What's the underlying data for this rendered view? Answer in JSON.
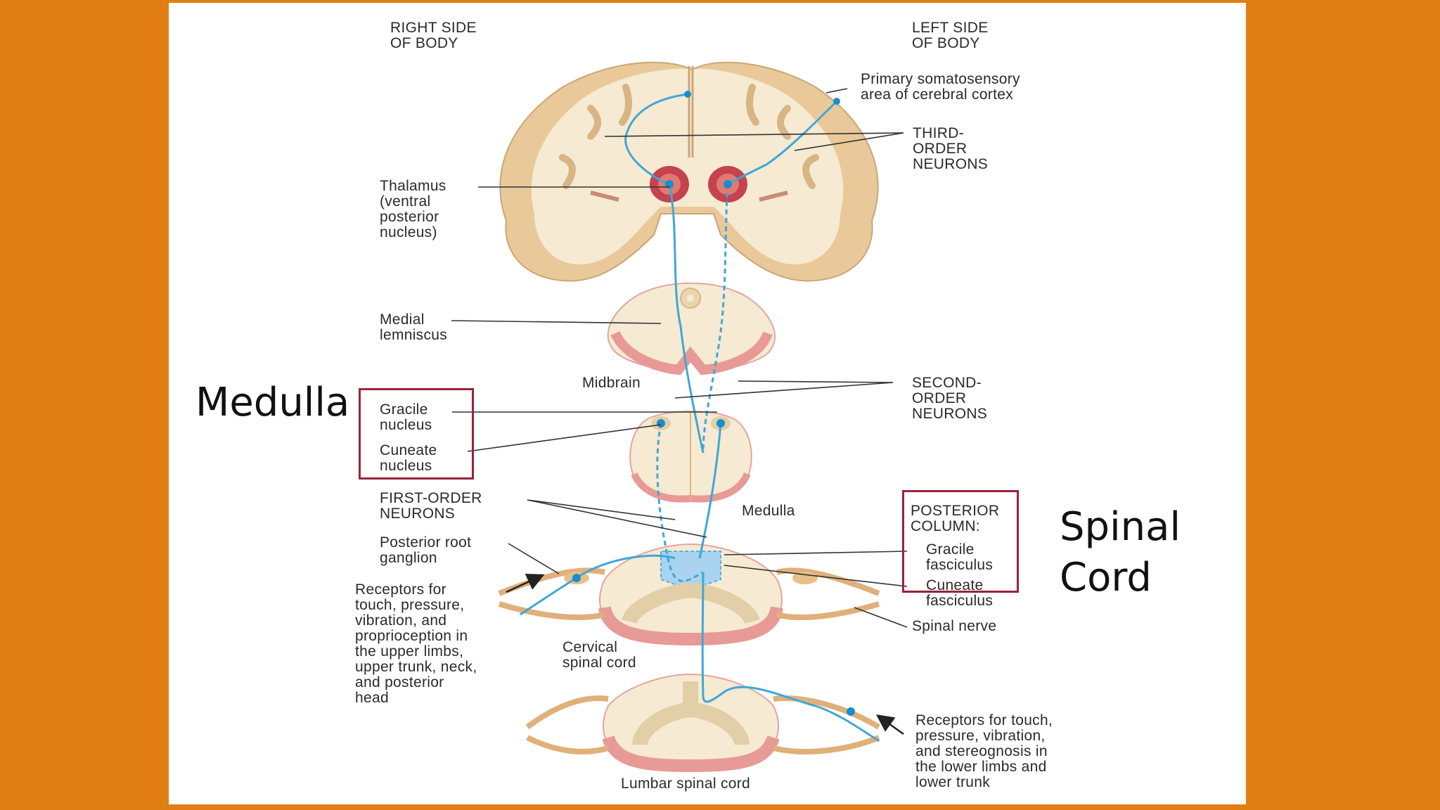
{
  "labels": {
    "right_side": "RIGHT SIDE\nOF BODY",
    "left_side": "LEFT SIDE\nOF BODY",
    "primary_area": "Primary somatosensory\narea of cerebral cortex",
    "third_order": "THIRD-\nORDER\nNEURONS",
    "thalamus": "Thalamus\n(ventral\nposterior\nnucleus)",
    "medial_lemniscus": "Medial\nlemniscus",
    "midbrain": "Midbrain",
    "second_order": "SECOND-\nORDER\nNEURONS",
    "gracile_nucleus": "Gracile\nnucleus",
    "cuneate_nucleus": "Cuneate\nnucleus",
    "first_order": "FIRST-ORDER\nNEURONS",
    "medulla_small": "Medulla",
    "posterior_root": "Posterior root\nganglion",
    "receptors_upper": "Receptors for\ntouch, pressure,\nvibration, and\nproprioception in\nthe upper limbs,\nupper trunk, neck,\nand posterior\nhead",
    "cervical": "Cervical\nspinal cord",
    "posterior_column": "POSTERIOR\nCOLUMN:",
    "gracile_fasciculus": "Gracile\nfasciculus",
    "cuneate_fasciculus": "Cuneate\nfasciculus",
    "spinal_nerve": "Spinal nerve",
    "receptors_lower": "Receptors for touch,\npressure, vibration,\nand stereognosis in\nthe lower limbs and\nlower trunk",
    "lumbar": "Lumbar spinal cord"
  },
  "callouts": {
    "medulla": "Medulla",
    "spinal_cord": "Spinal\nCord"
  },
  "colors": {
    "background": "#E07E14",
    "box_border": "#9B2338",
    "pathway": "#3FA7D6",
    "brain": "#E9C99A"
  }
}
